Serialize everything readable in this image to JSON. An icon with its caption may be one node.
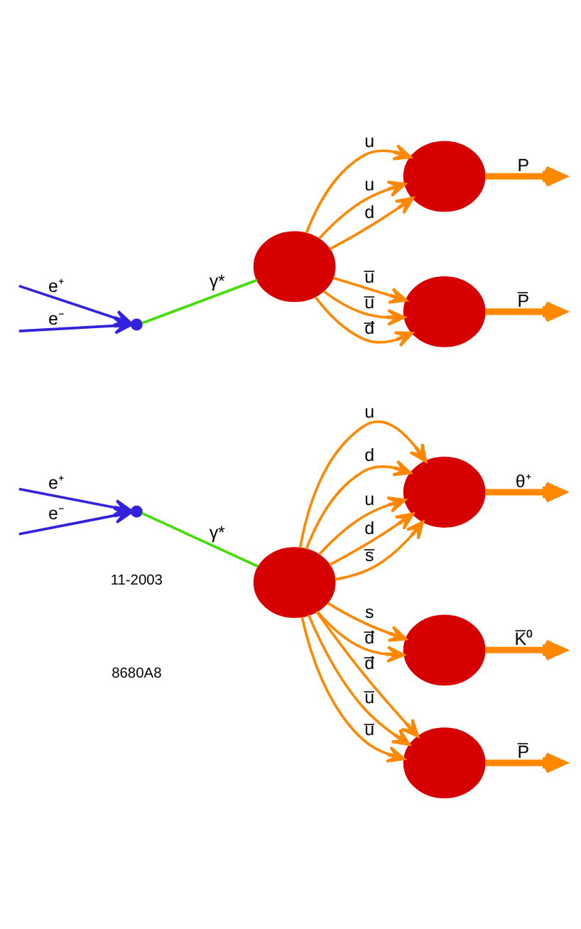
{
  "diagram": {
    "nodes": [
      {
        "text": [],
        "shape": "point"
      },
      {
        "text": [],
        "shape": "ellipse"
      },
      {
        "text": [],
        "shape": "ellipse"
      },
      {
        "text": [],
        "shape": "ellipse"
      },
      {
        "text": [],
        "shape": "point"
      },
      {
        "text": [],
        "shape": "ellipse"
      },
      {
        "text": [],
        "shape": "ellipse"
      },
      {
        "text": [],
        "shape": "ellipse"
      },
      {
        "text": [],
        "shape": "ellipse"
      }
    ],
    "edges": [
      {
        "from": null,
        "to": 0,
        "arrow": "to",
        "label": "e⁺",
        "color": "#3322dd"
      },
      {
        "from": null,
        "to": 0,
        "arrow": "to",
        "label": "e⁻",
        "color": "#3322dd"
      },
      {
        "from": 0,
        "to": 1,
        "arrow": "none",
        "label": "γ*",
        "color": "#44dd00"
      },
      {
        "from": 1,
        "to": 2,
        "arrow": "to",
        "label": "u"
      },
      {
        "from": 1,
        "to": 2,
        "arrow": "to",
        "label": "u"
      },
      {
        "from": 1,
        "to": 2,
        "arrow": "to",
        "label": "d"
      },
      {
        "from": 1,
        "to": 3,
        "arrow": "to",
        "label": "u̅"
      },
      {
        "from": 1,
        "to": 3,
        "arrow": "to",
        "label": "u̅"
      },
      {
        "from": 1,
        "to": 3,
        "arrow": "to",
        "label": "d̅"
      },
      {
        "from": 2,
        "to": null,
        "arrow": "to",
        "label": "P",
        "style": "thick"
      },
      {
        "from": 3,
        "to": null,
        "arrow": "to",
        "label": "P̅",
        "style": "thick"
      },
      {
        "from": null,
        "to": 4,
        "arrow": "to",
        "label": "e⁺",
        "color": "#3322dd"
      },
      {
        "from": null,
        "to": 4,
        "arrow": "to",
        "label": "e⁻",
        "color": "#3322dd"
      },
      {
        "from": 4,
        "to": 5,
        "arrow": "none",
        "label": "γ*",
        "color": "#44dd00"
      },
      {
        "from": 5,
        "to": 6,
        "arrow": "to",
        "label": "u"
      },
      {
        "from": 5,
        "to": 6,
        "arrow": "to",
        "label": "d"
      },
      {
        "from": 5,
        "to": 6,
        "arrow": "to",
        "label": "u"
      },
      {
        "from": 5,
        "to": 6,
        "arrow": "to",
        "label": "d"
      },
      {
        "from": 5,
        "to": 6,
        "arrow": "to",
        "label": "s̅"
      },
      {
        "from": 5,
        "to": 7,
        "arrow": "to",
        "label": "s"
      },
      {
        "from": 5,
        "to": 7,
        "arrow": "to",
        "label": "d̅"
      },
      {
        "from": 5,
        "to": 8,
        "arrow": "to",
        "label": "d̅"
      },
      {
        "from": 5,
        "to": 8,
        "arrow": "to",
        "label": "u̅"
      },
      {
        "from": 5,
        "to": 8,
        "arrow": "to",
        "label": "u̅"
      },
      {
        "from": 6,
        "to": null,
        "arrow": "to",
        "label": "θ⁺",
        "style": "thick"
      },
      {
        "from": 7,
        "to": null,
        "arrow": "to",
        "label": "K̅⁰",
        "style": "thick"
      },
      {
        "from": 8,
        "to": null,
        "arrow": "to",
        "label": "P̅",
        "style": "thick"
      }
    ],
    "labels": [
      "11-2003",
      "8680A8"
    ]
  }
}
